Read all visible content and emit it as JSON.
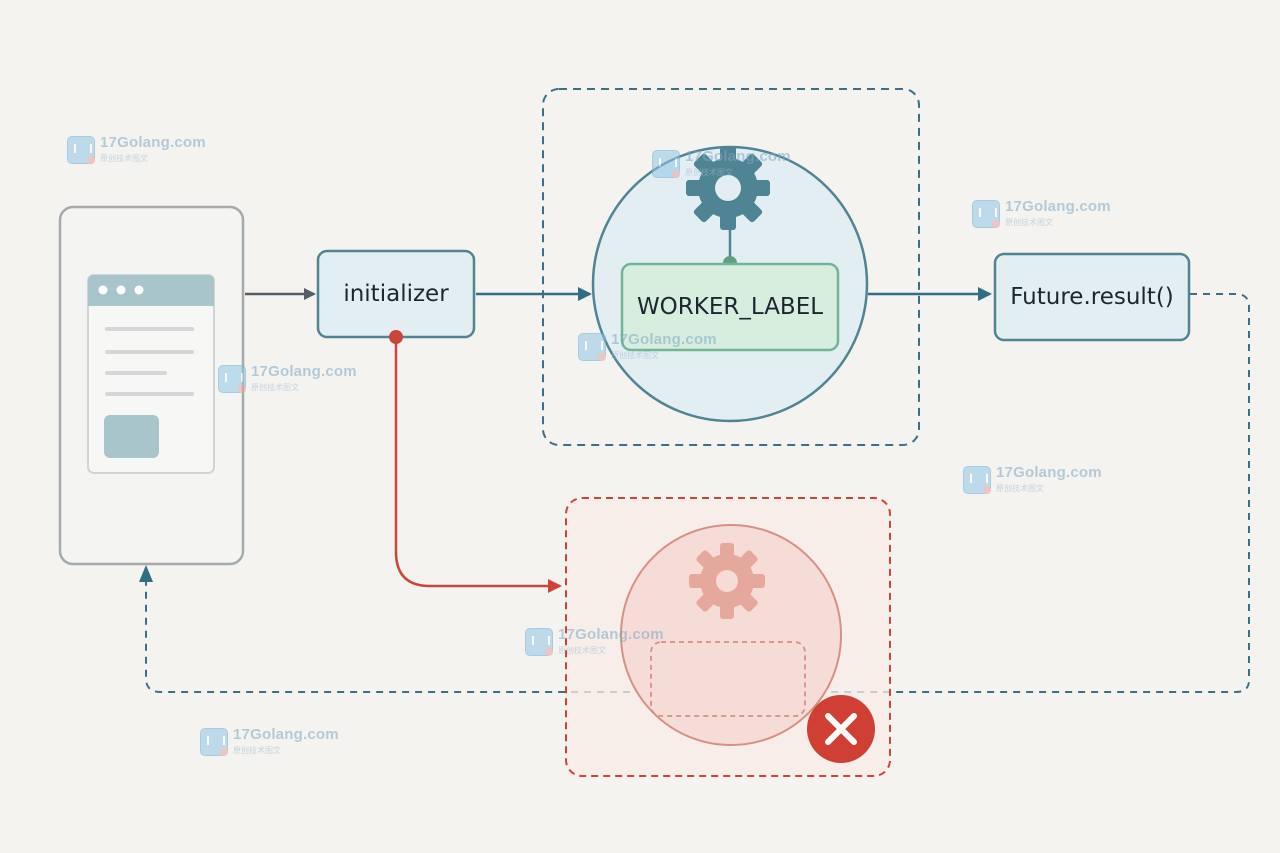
{
  "nodes": {
    "initializer": "initializer",
    "worker": "WORKER_LABEL",
    "future": "Future.result()"
  },
  "watermark": {
    "text": "17Golang.com",
    "subtext": "原创技术图文"
  },
  "colors": {
    "background": "#f4f3f0",
    "teal_stroke": "#4e8494",
    "teal_fill": "#e3eef2",
    "green_fill": "#d7eedf",
    "green_stroke": "#6fb596",
    "red_stroke": "#cc4638",
    "red_fill": "#f6dcd6",
    "gear_teal": "#4e8494",
    "gear_red": "#e6a79d",
    "dashed_blue": "#3b6f88"
  }
}
